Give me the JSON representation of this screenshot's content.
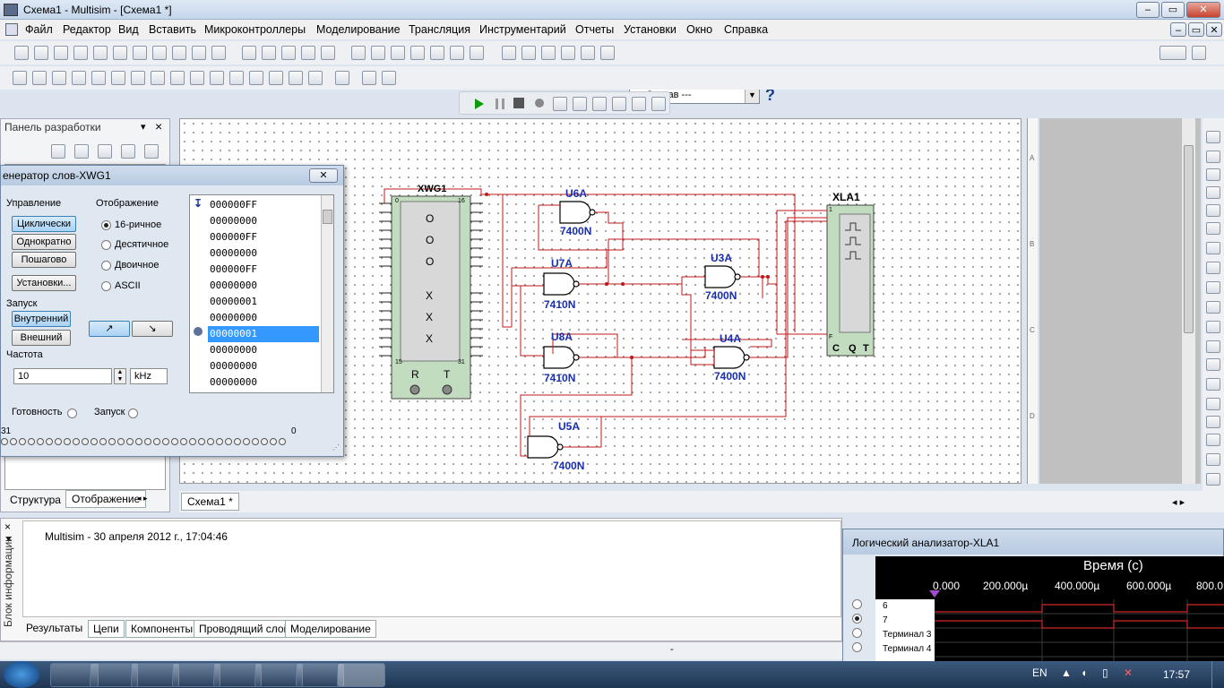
{
  "window": {
    "title": "Схема1 - Multisim - [Схема1 *]"
  },
  "menu": [
    "Файл",
    "Редактор",
    "Вид",
    "Вставить",
    "Микроконтроллеры",
    "Моделирование",
    "Трансляция",
    "Инструментарий",
    "Отчеты",
    "Установки",
    "Окно",
    "Справка"
  ],
  "toolbar": {
    "combo_value": "--- Состав ---",
    "help_icon": "?"
  },
  "left_panel": {
    "title": "Панель разработки",
    "tabs": [
      "Структура",
      "Отображение"
    ]
  },
  "word_generator": {
    "title": "енератор слов-XWG1",
    "section_control": "Управление",
    "section_display": "Отображение",
    "btn_cyclic": "Циклически",
    "btn_once": "Однократно",
    "btn_step": "Пошагово",
    "btn_settings": "Установки...",
    "radio_hex": "16-ричное",
    "radio_dec": "Десятичное",
    "radio_bin": "Двоичное",
    "radio_ascii": "ASCII",
    "section_trigger": "Запуск",
    "btn_internal": "Внутренний",
    "btn_external": "Внешний",
    "section_freq": "Частота",
    "freq_value": "10",
    "freq_unit": "kHz",
    "ready_label": "Готовность",
    "trigger_label": "Запуск",
    "bits_left": "31",
    "bits_right": "0",
    "words": [
      "000000FF",
      "00000000",
      "000000FF",
      "00000000",
      "000000FF",
      "00000000",
      "00000001",
      "00000000",
      "00000001",
      "00000000",
      "00000000",
      "00000000"
    ],
    "selected_index": 8
  },
  "schematic": {
    "xwg_label": "XWG1",
    "xwg_left_top": "0",
    "xwg_right_top": "16",
    "xwg_left_bottom": "15",
    "xwg_right_bottom": "31",
    "xwg_r": "R",
    "xwg_t": "T",
    "xwg_o": "O",
    "xwg_x": "X",
    "xla_label": "XLA1",
    "xla_c": "C",
    "xla_q": "Q",
    "xla_t": "T",
    "xla_1": "1",
    "xla_f": "F",
    "gates": [
      {
        "ref": "U6A",
        "part": "7400N"
      },
      {
        "ref": "U7A",
        "part": "7410N"
      },
      {
        "ref": "U3A",
        "part": "7400N"
      },
      {
        "ref": "U8A",
        "part": "7410N"
      },
      {
        "ref": "U4A",
        "part": "7400N"
      },
      {
        "ref": "U5A",
        "part": "7400N"
      }
    ],
    "ruler": [
      "A",
      "B",
      "C",
      "D"
    ],
    "doc_tab": "Схема1 *"
  },
  "info_panel": {
    "vertical_title": "Блок информации",
    "message": "Multisim  -  30 апреля 2012 г., 17:04:46",
    "tabs": [
      "Результаты",
      "Цепи",
      "Компоненты",
      "Проводящий слой",
      "Моделирование"
    ]
  },
  "logic_analyzer": {
    "title": "Логический анализатор-XLA1",
    "axis_title": "Время (с)",
    "ticks": [
      "0.000",
      "200.000µ",
      "400.000µ",
      "600.000µ",
      "800.0"
    ],
    "channels": [
      "6",
      "7",
      "Терминал 3",
      "Терминал 4"
    ]
  },
  "taskbar": {
    "lang": "EN",
    "time": "17:57"
  }
}
